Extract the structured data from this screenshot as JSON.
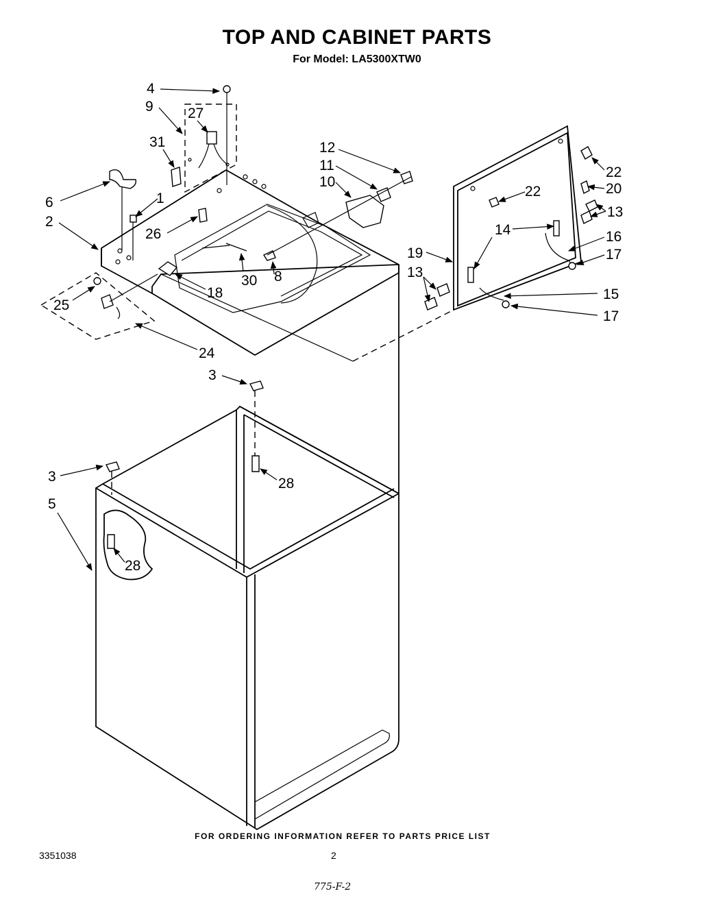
{
  "title": "TOP AND CABINET PARTS",
  "model": "For Model: LA5300XTW0",
  "footer": "FOR ORDERING INFORMATION REFER TO PARTS PRICE LIST",
  "doc_number": "3351038",
  "page_number": "2",
  "handwritten_note": "775-F-2",
  "callouts": [
    "4",
    "9",
    "27",
    "31",
    "6",
    "1",
    "2",
    "26",
    "25",
    "18",
    "30",
    "8",
    "24",
    "12",
    "11",
    "10",
    "22",
    "22",
    "20",
    "13",
    "14",
    "16",
    "19",
    "17",
    "13",
    "15",
    "17",
    "3",
    "3",
    "28",
    "5",
    "28"
  ]
}
